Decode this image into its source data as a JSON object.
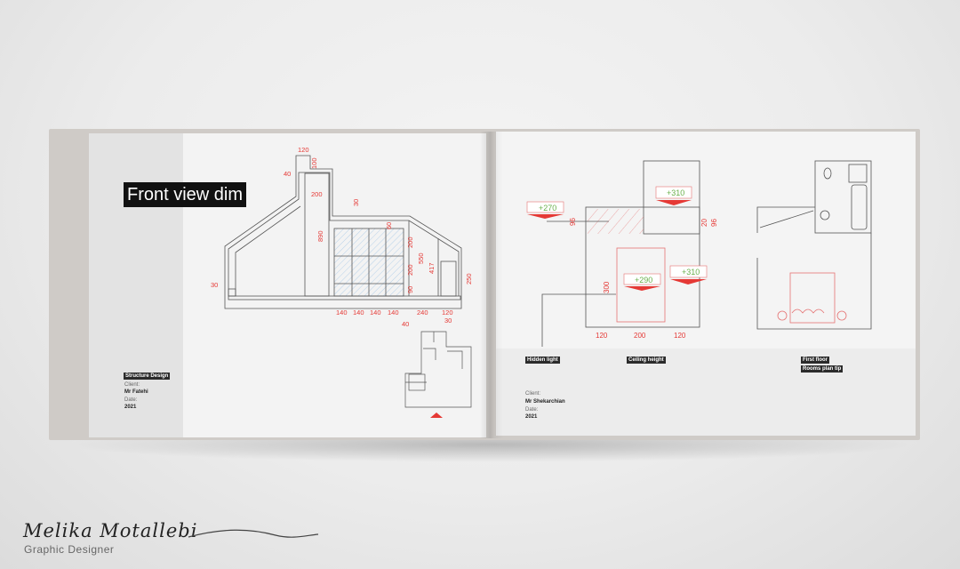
{
  "left_page": {
    "title": "Front view dim",
    "section_tag": "Structure Design",
    "client_label": "Client:",
    "client": "Mr Fatehi",
    "date_label": "Date:",
    "date": "2021",
    "dimensions": {
      "chimney_width": "120",
      "chimney_height": "100",
      "offset_40": "40",
      "column_width": "200",
      "gap_30": "30",
      "height_890": "890",
      "top_60": "60",
      "panel_200a": "200",
      "panel_200b": "200",
      "h_550": "550",
      "h_417": "417",
      "base_90": "90",
      "h_250": "250",
      "left_30": "30",
      "w1": "140",
      "w2": "140",
      "w3": "140",
      "w4": "140",
      "w_240": "240",
      "w_120": "120",
      "bottom_40": "40",
      "bottom_30": "30"
    }
  },
  "right_page": {
    "tags": [
      "Hidden light",
      "Ceiling height",
      "First floor",
      "Rooms plan tip"
    ],
    "client_label": "Client:",
    "client": "Mr Shekarchian",
    "date_label": "Date:",
    "date": "2021",
    "levels": [
      "+270",
      "+310",
      "+290",
      "+310"
    ],
    "dimensions": {
      "h96a": "96",
      "h20": "20",
      "h96b": "96",
      "h300": "300",
      "w120a": "120",
      "w200": "200",
      "w120b": "120"
    }
  },
  "signature": {
    "name": "Melika Motallebi",
    "role": "Graphic Designer"
  },
  "colors": {
    "dimension": "#e53935",
    "level": "#6ab04c",
    "wall": "#555555",
    "glass": "#9ec3e6"
  }
}
